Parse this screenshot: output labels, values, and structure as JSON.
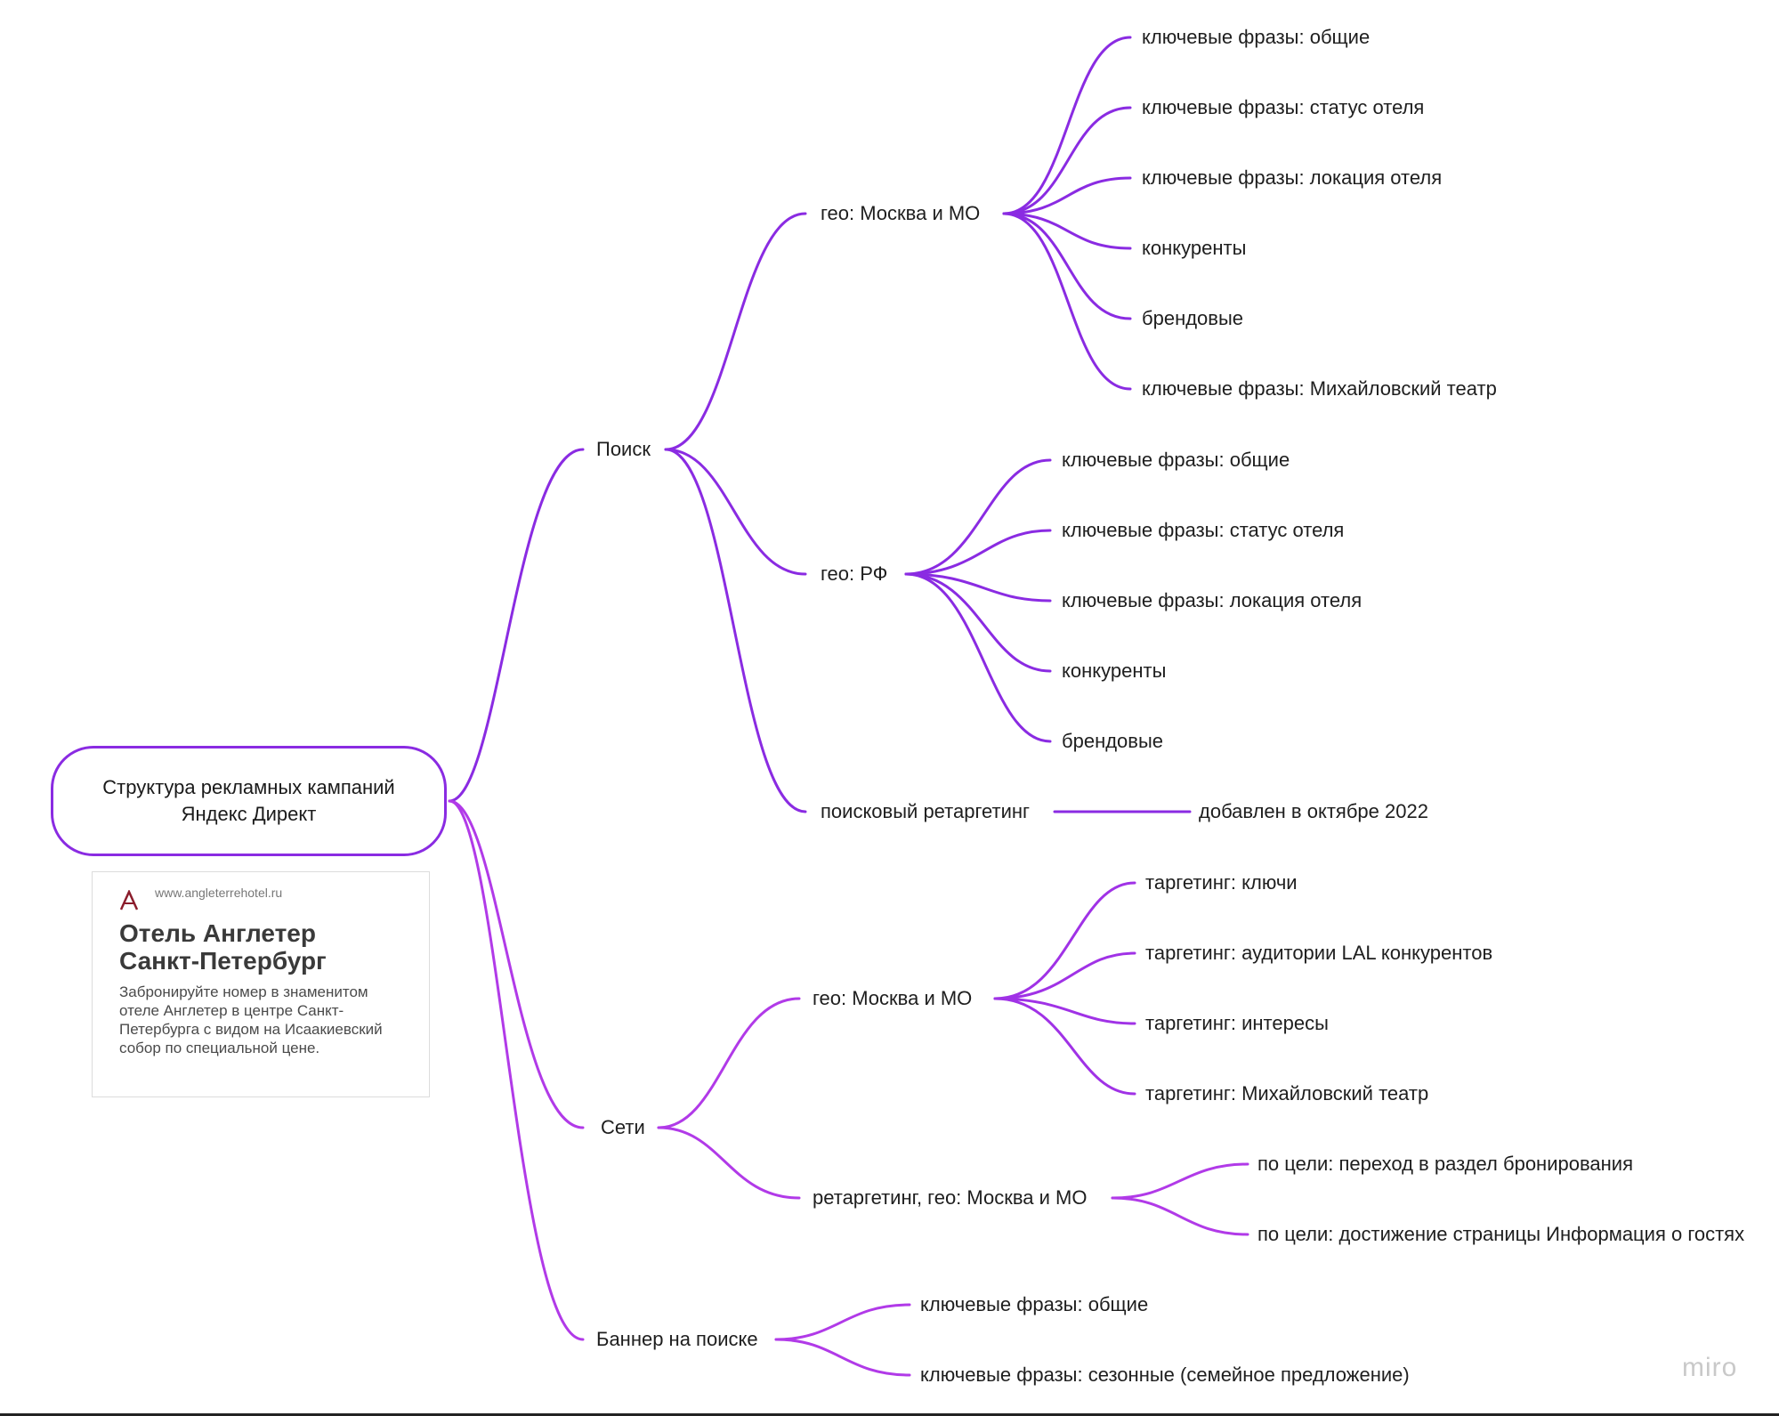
{
  "root": {
    "line1": "Структура рекламных кампаний",
    "line2": "Яндекс Директ"
  },
  "ad": {
    "url": "www.angleterrehotel.ru",
    "title_line1": "Отель Англетер",
    "title_line2": "Санкт-Петербург",
    "description": "Забронируйте номер в знаменитом отеле Англетер в центре Санкт-Петербурга с видом на Исаакиевский собор по специальной цене."
  },
  "branches": {
    "search": {
      "label": "Поиск",
      "geo_msk": {
        "label": "гео: Москва и МО",
        "items": [
          "ключевые фразы: общие",
          "ключевые фразы: статус отеля",
          "ключевые фразы: локация отеля",
          "конкуренты",
          "брендовые",
          "ключевые фразы: Михайловский театр"
        ]
      },
      "geo_rf": {
        "label": "гео: РФ",
        "items": [
          "ключевые фразы: общие",
          "ключевые фразы: статус отеля",
          "ключевые фразы: локация отеля",
          "конкуренты",
          "брендовые"
        ]
      },
      "retargeting": {
        "label": "поисковый ретаргетинг",
        "note": "добавлен в октябре 2022"
      }
    },
    "networks": {
      "label": "Сети",
      "geo_msk": {
        "label": "гео: Москва и МО",
        "items": [
          "таргетинг: ключи",
          "таргетинг: аудитории LAL конкурентов",
          "таргетинг: интересы",
          "таргетинг: Михайловский театр"
        ]
      },
      "retargeting": {
        "label": "ретаргетинг, гео: Москва и МО",
        "items": [
          "по цели: переход в раздел бронирования",
          "по цели: достижение страницы Информация о гостях"
        ]
      }
    },
    "banner": {
      "label": "Баннер на поиске",
      "items": [
        "ключевые фразы: общие",
        "ключевые фразы: сезонные (семейное предложение)"
      ]
    }
  },
  "watermark": "miro",
  "colors": {
    "branch_purple": "#8a2be2",
    "branch_magenta": "#b13ae8"
  }
}
